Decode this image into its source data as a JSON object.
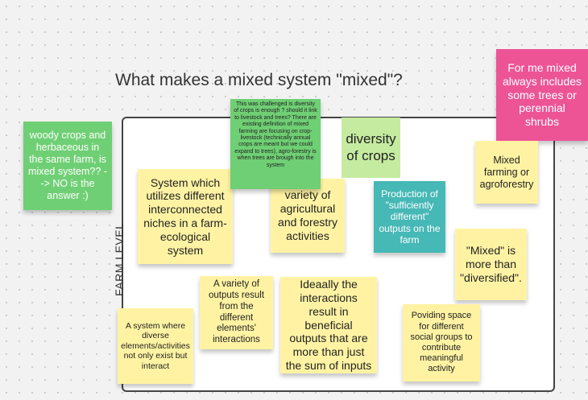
{
  "board": {
    "title": "What makes a mixed system \"mixed\"?",
    "frame_label": "FARM LEVEL"
  },
  "notes": {
    "woody": "woody crops and herbaceous in the same farm, is mixed system?? --> NO is the answer :)",
    "challenged": "This was challenged is diversity of crops is enough ? should it link to livestock and trees? There are existing definition of mixed farming are focusing on crop-livestock (technically annual crops are meant but we could expand to trees), agro-forestry is when trees are brough into the system",
    "diversity": "diversity of crops",
    "for_me": "For me mixed always includes some trees or perennial shrubs",
    "mixed_farming": "Mixed farming or agroforestry",
    "system_which": "System which utilizes different interconnected niches in a farm-ecological system",
    "variety_ag": "variety of agricultural and forestry activities",
    "production": "Production of \"sufficiently different\" outputs on the farm",
    "mixed_more": "\"Mixed\" is more than \"diversified\".",
    "variety_outputs": "A variety of outputs result from the different elements' interactions",
    "ideally": "Ideaally the interactions result in beneficial outputs that are more than just the sum of inputs",
    "system_where": "A system where diverse elements/activities not only exist but interact",
    "providing": "Poviding space for different social groups to contribute meaningful activity"
  },
  "colors": {
    "yellow": "#fff3a3",
    "green": "#6fcf74",
    "light_green": "#c5eba0",
    "teal": "#46b8b6",
    "pink": "#ec5496"
  }
}
